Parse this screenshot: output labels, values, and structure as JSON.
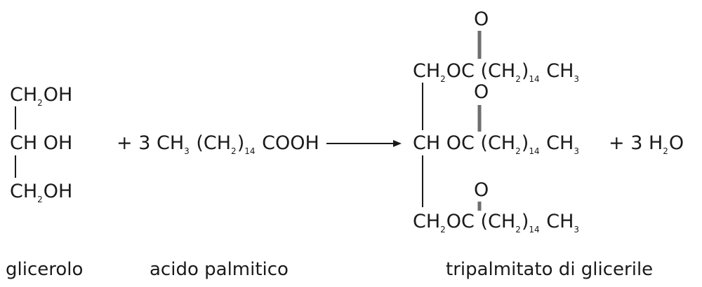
{
  "glycerol": {
    "row1": [
      "CH",
      "2",
      "OH"
    ],
    "row2": "CH OH",
    "row3": [
      "CH",
      "2",
      "OH"
    ],
    "label": "glicerolo"
  },
  "reactant": {
    "prefix": "+ 3 CH",
    "sub1": "3",
    "mid": " (CH",
    "sub2": "2",
    "close": ")",
    "sub3": "14",
    "suffix": " COOH",
    "label": "acido palmitico"
  },
  "product": {
    "oxygen": "O",
    "rows": [
      {
        "a": "CH",
        "a_sub": "2",
        "b": "OC (CH",
        "b_sub": "2",
        "c": ")",
        "c_sub": "14",
        "d": " CH",
        "d_sub": "3"
      },
      {
        "a": "CH OC (CH",
        "b_sub": "2",
        "c": ")",
        "c_sub": "14",
        "d": " CH",
        "d_sub": "3"
      },
      {
        "a": "CH",
        "a_sub": "2",
        "b": "OC (CH",
        "b_sub": "2",
        "c": ")",
        "c_sub": "14",
        "d": " CH",
        "d_sub": "3"
      }
    ],
    "label": "tripalmitato di glicerile"
  },
  "water": {
    "prefix": "+ 3 H",
    "sub": "2",
    "suffix": "O"
  }
}
